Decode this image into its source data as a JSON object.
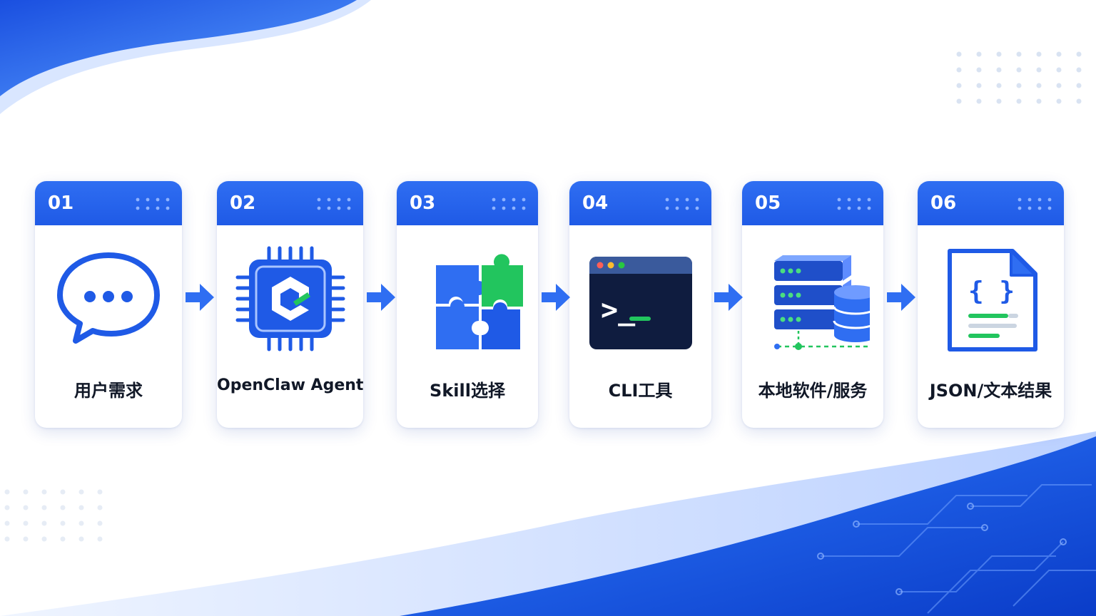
{
  "steps": [
    {
      "number": "01",
      "label": "用户需求",
      "icon": "chat-bubble-icon"
    },
    {
      "number": "02",
      "label": "OpenClaw Agent",
      "icon": "chip-icon"
    },
    {
      "number": "03",
      "label": "Skill选择",
      "icon": "puzzle-icon"
    },
    {
      "number": "04",
      "label": "CLI工具",
      "icon": "terminal-icon"
    },
    {
      "number": "05",
      "label": "本地软件/服务",
      "icon": "server-database-icon"
    },
    {
      "number": "06",
      "label": "JSON/文本结果",
      "icon": "json-document-icon"
    }
  ],
  "terminal": {
    "prompt": ">_"
  },
  "document": {
    "braces": "{ }"
  },
  "colors": {
    "primary": "#1f5ae6",
    "accent_green": "#22c55e",
    "dark_navy": "#0f1c3f",
    "text": "#111827"
  }
}
